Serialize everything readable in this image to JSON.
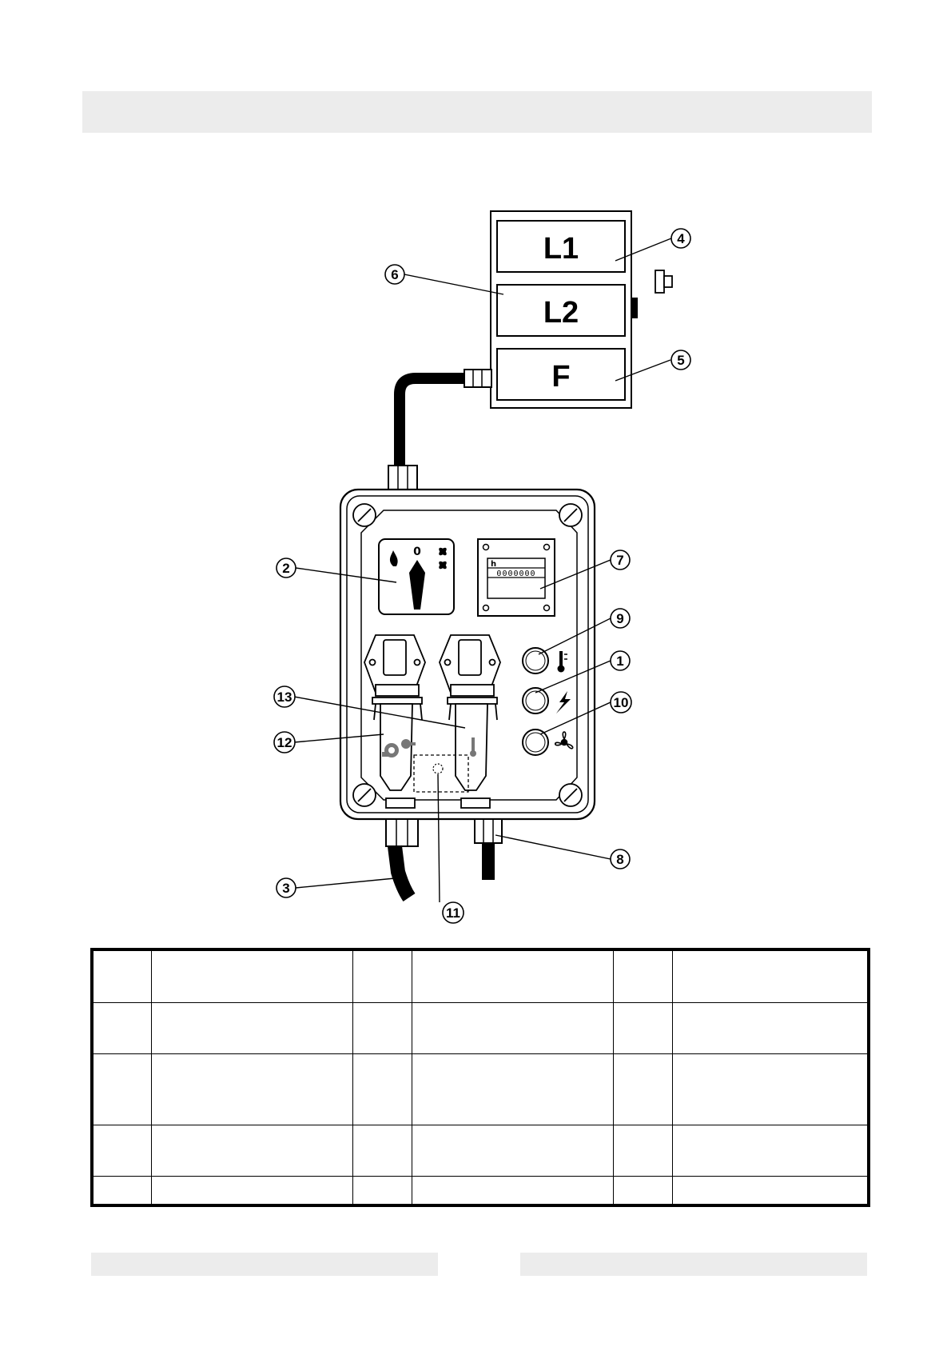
{
  "diagram": {
    "boxes": {
      "l1": "L1",
      "l2": "L2",
      "f": "F"
    },
    "switch_zero": "0",
    "counter_unit": "h",
    "counter_digits": "0000000",
    "callouts": {
      "c1": "1",
      "c2": "2",
      "c3": "3",
      "c4": "4",
      "c5": "5",
      "c6": "6",
      "c7": "7",
      "c8": "8",
      "c9": "9",
      "c10": "10",
      "c11": "11",
      "c12": "12",
      "c13": "13"
    },
    "icons": {
      "flame": "flame-icon",
      "fan": "fan-icon",
      "thermometer": "thermometer-icon",
      "lightning": "lightning-icon",
      "propeller": "propeller-icon",
      "burner": "burner-icon",
      "push_button": "push-button-icon"
    }
  },
  "legend_table": {
    "rows": 5,
    "columns": 6
  }
}
